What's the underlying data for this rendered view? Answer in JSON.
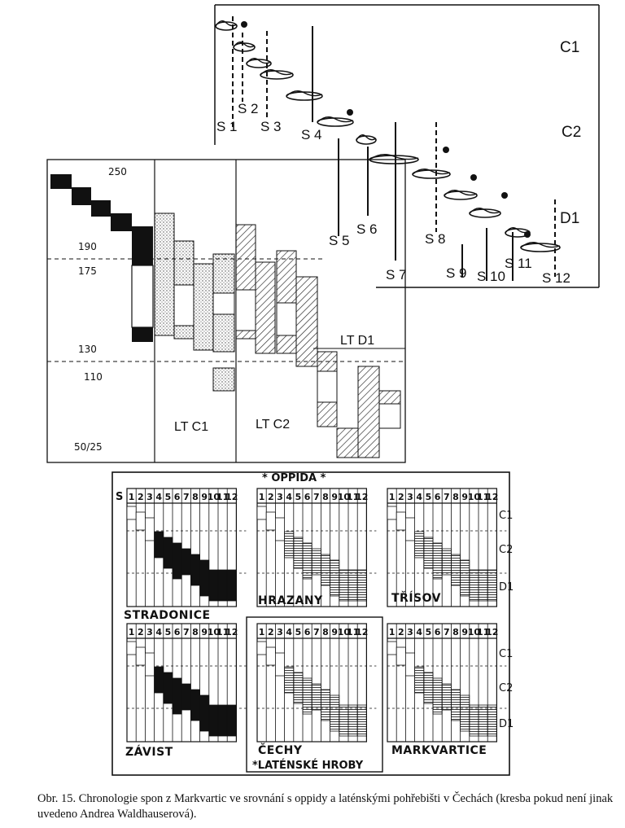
{
  "fibula_panel": {
    "phases": [
      "C1",
      "C2",
      "D1"
    ],
    "types": [
      "S 1",
      "S 2",
      "S 3",
      "S 4",
      "S 5",
      "S 6",
      "S 7",
      "S 8",
      "S 9",
      "S 10",
      "S 11",
      "S 12"
    ]
  },
  "chrono_panel": {
    "dates": [
      "250",
      "190",
      "175",
      "130",
      "110",
      "50/25"
    ],
    "phases": [
      "LT C1",
      "LT C2",
      "LT D1"
    ]
  },
  "seriation": {
    "header": "* OPPIDA *",
    "row_prefix": "S",
    "columns": [
      "1",
      "2",
      "3",
      "4",
      "5",
      "6",
      "7",
      "8",
      "9",
      "10",
      "11",
      "12"
    ],
    "phases": [
      "C1",
      "C2",
      "D1"
    ],
    "sites_top": [
      "STRADONICE",
      "HRAZANY",
      "TŘÍSOV"
    ],
    "sites_bottom": [
      "ZÁVIST",
      "ČECHY",
      "MARKVARTICE"
    ],
    "footer": "*LATÉNSKÉ HROBY"
  },
  "caption": {
    "text": "Obr. 15. Chronologie spon z Markvartic ve srovnání s oppidy a laténskými pohřebišti v Čechách (kresba pokud není jinak uvedeno Andrea Waldhauserová)."
  }
}
